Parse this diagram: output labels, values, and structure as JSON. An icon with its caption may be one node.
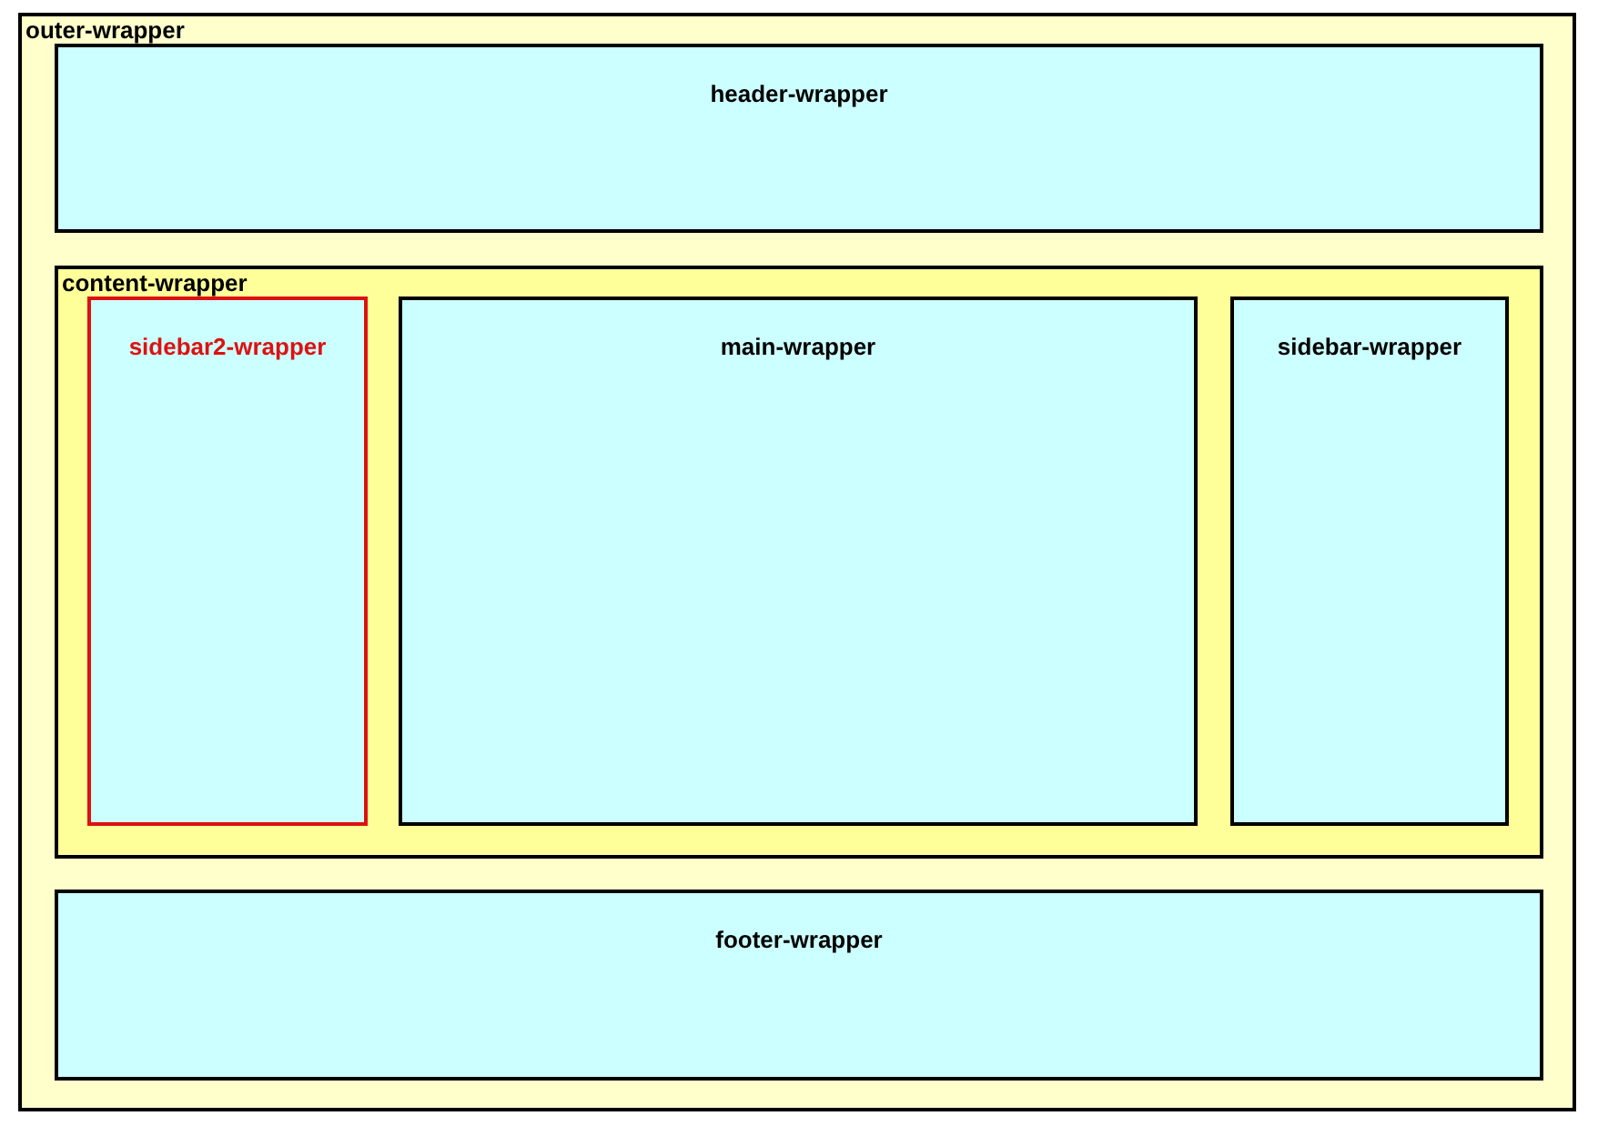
{
  "diagram": {
    "nodes": [
      {
        "text": [
          "outer-wrapper"
        ]
      },
      {
        "text": [
          "header-wrapper"
        ],
        "in": 0
      },
      {
        "text": [
          "content-wrapper"
        ],
        "in": 0
      },
      {
        "text": [
          "sidebar2-wrapper"
        ],
        "in": 2
      },
      {
        "text": [
          "main-wrapper"
        ],
        "in": 2
      },
      {
        "text": [
          "sidebar-wrapper"
        ],
        "in": 2
      },
      {
        "text": [
          "footer-wrapper"
        ],
        "in": 0
      }
    ]
  }
}
